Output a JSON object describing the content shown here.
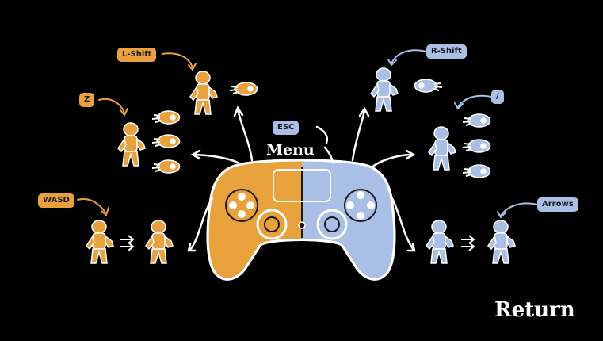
{
  "colors": {
    "player1": "#e9a13b",
    "player2": "#a9bfe6",
    "background": "#000000",
    "text": "#ffffff"
  },
  "menu": {
    "title": "Menu",
    "key": "ESC"
  },
  "player1": {
    "move_key": "WASD",
    "jump_key": "Z",
    "special_key": "L-Shift"
  },
  "player2": {
    "move_key": "Arrows",
    "jump_key": "/",
    "special_key": "R-Shift"
  },
  "return_label": "Return",
  "icons": [
    "gamepad-icon",
    "fighter-icon",
    "fireball-icon",
    "arrow-icon"
  ]
}
